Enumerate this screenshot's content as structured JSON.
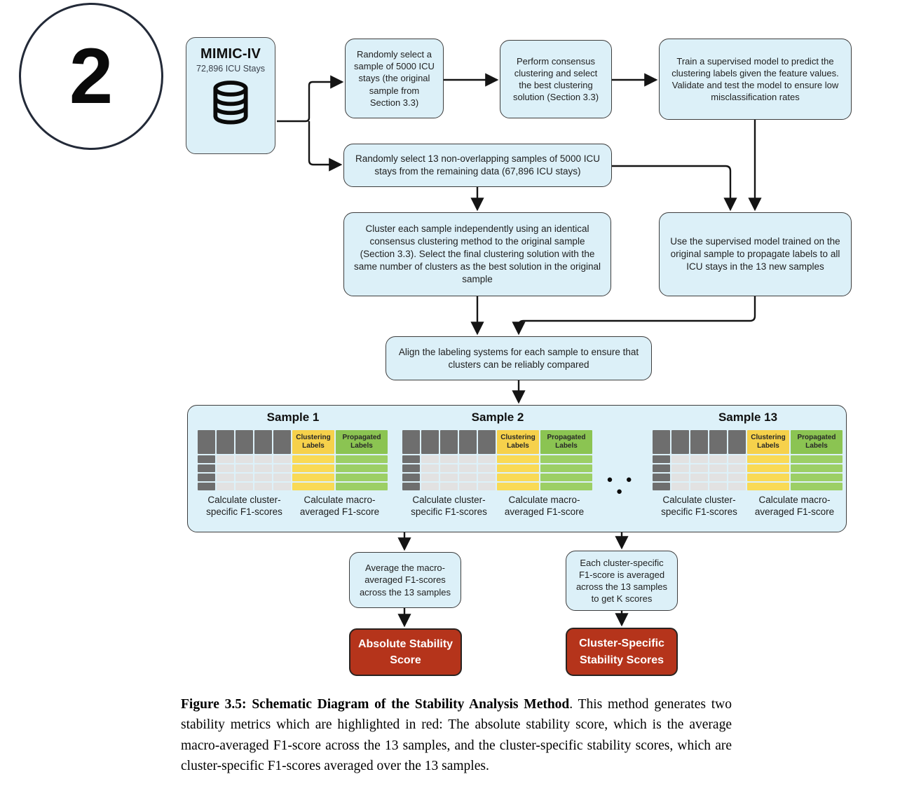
{
  "step_number": "2",
  "source": {
    "title": "MIMIC-IV",
    "subtitle": "72,896 ICU Stays"
  },
  "boxes": {
    "select_sample": "Randomly select a sample of 5000 ICU stays (the original sample from Section 3.3)",
    "consensus": "Perform consensus clustering and select the best clustering solution (Section 3.3)",
    "train_model": "Train a supervised model to predict the clustering labels given the feature values. Validate and test the model to ensure low misclassification rates",
    "select_13": "Randomly select 13 non-overlapping samples of 5000 ICU stays from the remaining data (67,896 ICU stays)",
    "cluster_each": "Cluster each sample independently using an identical consensus clustering method to the original sample (Section 3.3). Select the final clustering solution with the same number of clusters as the best solution in the original sample",
    "propagate": "Use the supervised model trained on the original sample to propagate labels to all ICU stays in the 13 new samples",
    "align": "Align the labeling systems for each sample to ensure that clusters can be reliably compared",
    "avg_macro": "Average the macro-averaged F1-scores across the 13 samples",
    "avg_cluster": "Each cluster-specific F1-score is averaged across the 13 samples to get K scores",
    "absolute_score": "Absolute Stability Score",
    "cluster_scores": "Cluster-Specific Stability Scores"
  },
  "samples": [
    {
      "title": "Sample 1"
    },
    {
      "title": "Sample 2"
    },
    {
      "title": "Sample 13"
    }
  ],
  "table": {
    "clustering_header": "Clustering Labels",
    "propagated_header": "Propagated Labels",
    "left_caption": "Calculate cluster-specific F1-scores",
    "right_caption": "Calculate macro-averaged F1-score",
    "feature_columns": 5,
    "data_rows": 4
  },
  "dots": "● ● ●",
  "colors": {
    "box_fill": "#dcf0f8",
    "result_fill": "#b5341b",
    "clustering_yellow": "#f6d14b",
    "propagated_green": "#8bc452",
    "feature_gray_dark": "#6e6e6e",
    "feature_gray_light": "#e2e2e2"
  },
  "caption": {
    "bold": "Figure 3.5: Schematic Diagram of the Stability Analysis Method",
    "rest": ". This method generates two stability metrics which are highlighted in red: The absolute stability score, which is the average macro-averaged F1-score across the 13 samples, and the cluster-specific stability scores, which are cluster-specific F1-scores averaged over the 13 samples."
  }
}
